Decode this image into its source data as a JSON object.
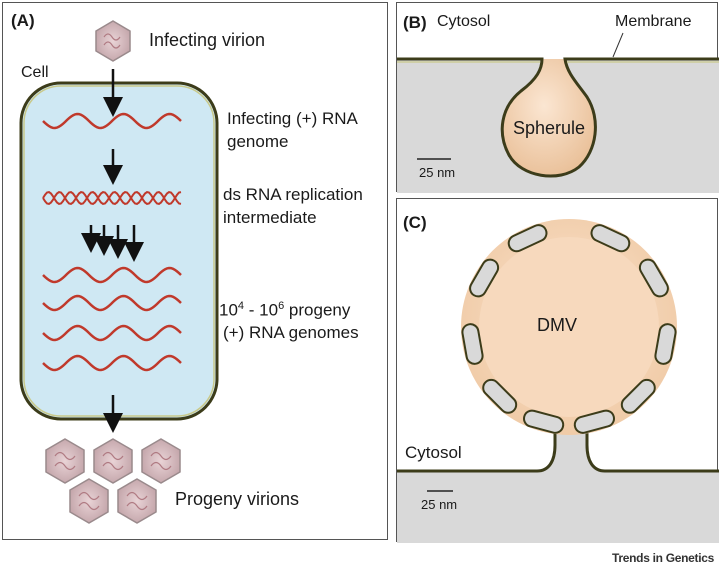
{
  "panel_a": {
    "label": "(A)",
    "infecting_virion": "Infecting virion",
    "cell": "Cell",
    "infecting_genome": "Infecting (+) RNA genome",
    "ds_rna": "ds RNA replication intermediate",
    "progeny_count_base1": "10",
    "progeny_count_exp1": "4",
    "progeny_count_sep": " - 10",
    "progeny_count_exp2": "6",
    "progeny_count_rest": " progeny",
    "progeny_genomes": "(+) RNA genomes",
    "progeny_virions": "Progeny virions"
  },
  "panel_b": {
    "label": "(B)",
    "cytosol": "Cytosol",
    "membrane": "Membrane",
    "spherule": "Spherule",
    "scale": "25 nm"
  },
  "panel_c": {
    "label": "(C)",
    "dmv": "DMV",
    "cytosol": "Cytosol",
    "scale": "25 nm"
  },
  "footer": "Trends in Genetics",
  "colors": {
    "cell_fill": "#cfe8f3",
    "membrane": "#6b6b2e",
    "rna": "#c0392b",
    "virion": "#c8a6ab",
    "spherule": "#f2d3b3",
    "cytosol_gray": "#d9d9d9"
  }
}
